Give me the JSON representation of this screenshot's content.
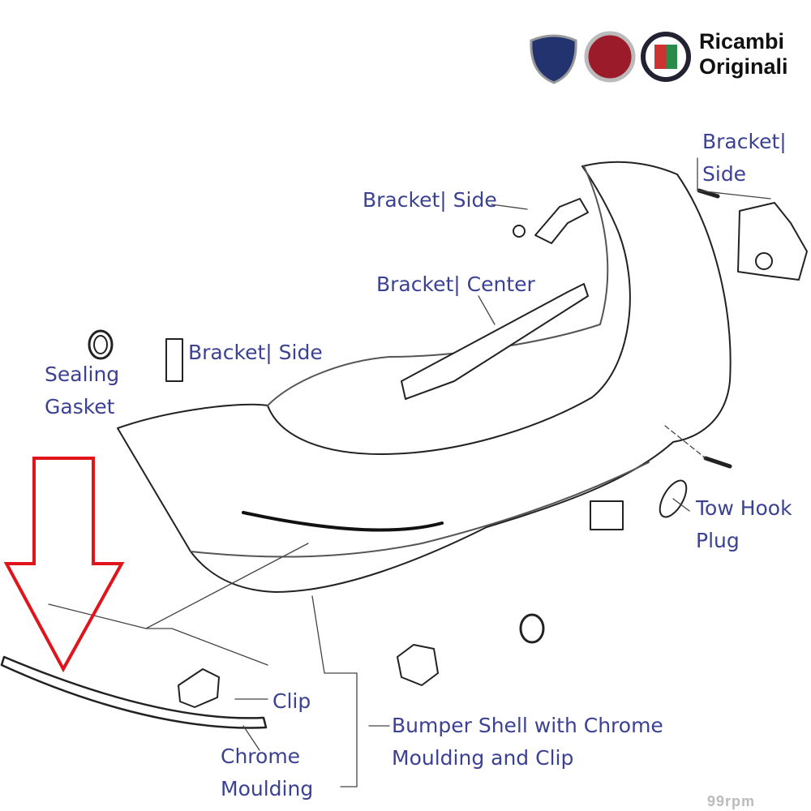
{
  "brand": {
    "logos": [
      "Lancia",
      "Fiat",
      "Alfa Romeo"
    ],
    "title_line1": "Ricambi",
    "title_line2": "Originali"
  },
  "labels": {
    "bracket_side_right_1": "Bracket|",
    "bracket_side_right_2": "Side",
    "bracket_side_top": "Bracket| Side",
    "bracket_center": "Bracket| Center",
    "bracket_side_left": "Bracket| Side",
    "sealing_gasket_1": "Sealing",
    "sealing_gasket_2": "Gasket",
    "tow_hook_plug_1": "Tow Hook",
    "tow_hook_plug_2": "Plug",
    "clip": "Clip",
    "chrome_moulding_1": "Chrome",
    "chrome_moulding_2": "Moulding",
    "bumper_shell_1": "Bumper Shell with Chrome",
    "bumper_shell_2": "Moulding and Clip"
  },
  "watermark": "99rpm",
  "colors": {
    "label": "#3b4193",
    "arrow": "#e0141b",
    "lancia": "#22336f",
    "fiat": "#9b1b2a"
  }
}
